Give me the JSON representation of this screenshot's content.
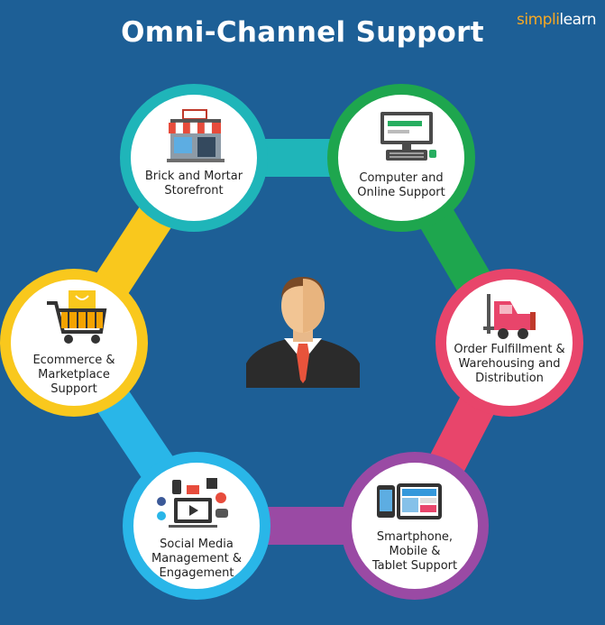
{
  "header": {
    "title": "Omni-Channel Support",
    "logo_main": "simpl",
    "logo_sep": "i",
    "logo_end": "learn"
  },
  "colors": {
    "background": "#1d5f96",
    "teal": "#1fb5b9",
    "green": "#1ea64e",
    "pink": "#e8456b",
    "purple": "#9a4aa4",
    "sky": "#29b6e8",
    "yellow": "#f9c81d"
  },
  "nodes": [
    {
      "id": "brick",
      "lines": [
        "Brick and Mortar",
        "Storefront"
      ],
      "icon": "storefront-icon",
      "ring": "#1fb5b9"
    },
    {
      "id": "computer",
      "lines": [
        "Computer and",
        "Online Support"
      ],
      "icon": "computer-icon",
      "ring": "#1ea64e"
    },
    {
      "id": "order",
      "lines": [
        "Order Fulfillment &",
        "Warehousing and",
        "Distribution"
      ],
      "icon": "forklift-icon",
      "ring": "#e8456b"
    },
    {
      "id": "smartphone",
      "lines": [
        "Smartphone,",
        "Mobile &",
        "Tablet Support"
      ],
      "icon": "devices-icon",
      "ring": "#9a4aa4"
    },
    {
      "id": "social",
      "lines": [
        "Social Media",
        "Management &",
        "Engagement"
      ],
      "icon": "social-media-icon",
      "ring": "#29b6e8"
    },
    {
      "id": "ecommerce",
      "lines": [
        "Ecommerce &",
        "Marketplace",
        "Support"
      ],
      "icon": "shopping-cart-icon",
      "ring": "#f9c81d"
    }
  ],
  "center_icon": "businessman-icon"
}
